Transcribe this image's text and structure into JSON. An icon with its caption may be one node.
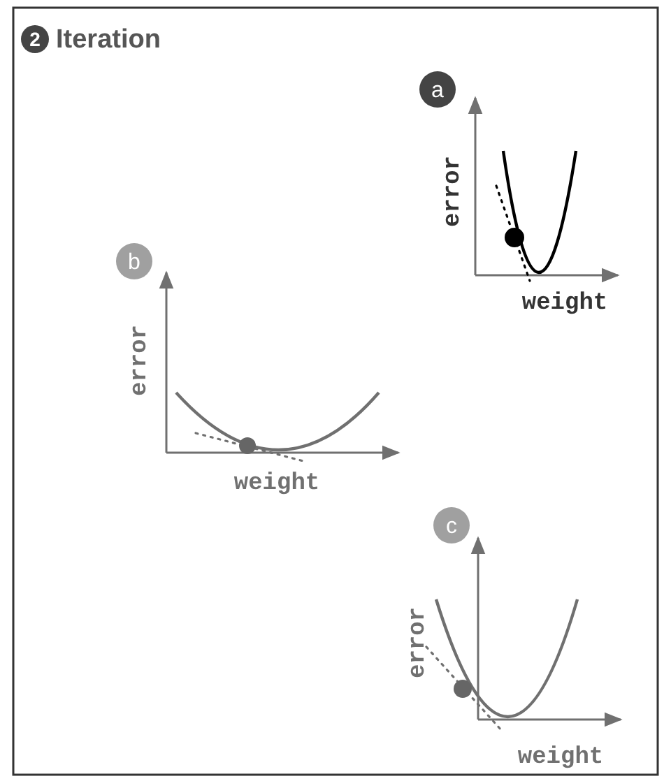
{
  "diagram": {
    "title": "Iteration",
    "labels": [
      "2",
      "a",
      "error",
      "weight",
      "b",
      "error",
      "weight",
      "c",
      "error",
      "weight"
    ]
  }
}
